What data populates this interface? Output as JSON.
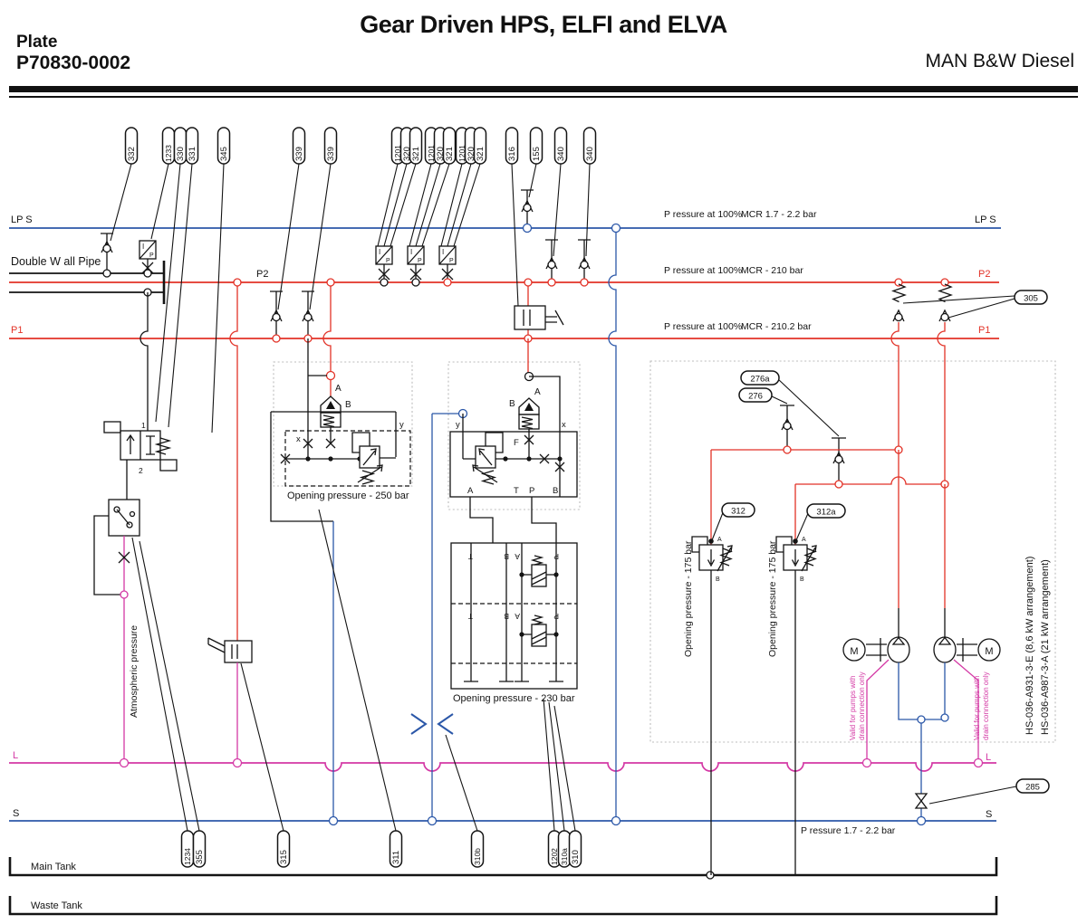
{
  "header": {
    "title": "Gear Driven HPS, ELFI and ELVA",
    "plate_label": "Plate",
    "plate_number": "P70830-0002",
    "brand": "MAN B&W Diesel"
  },
  "colors": {
    "black": "#141414",
    "red": "#e23227",
    "blue": "#2b57a8",
    "magenta": "#d439a5",
    "gray": "#bcbcbc"
  },
  "bus_labels": {
    "lps": "LP S",
    "p2": "P2",
    "p1": "P1",
    "l": "L",
    "s": "S",
    "double_wall_pipe": "Double W all Pipe",
    "main_tank": "Main Tank",
    "waste_tank": "Waste Tank"
  },
  "annotations": {
    "lps_pct": "P ressure at 100%",
    "lps_mcr": "MCR 1.7 - 2.2 bar",
    "p2_pct": "P ressure at 100%",
    "p2_mcr": "MCR - 210 bar",
    "p1_pct": "P ressure at 100%",
    "p1_mcr": "MCR - 210.2 bar",
    "s_pressure": "P ressure 1.7 - 2.2 bar",
    "atmospheric": "Atmospheric pressure",
    "opening_250": "Opening pressure - 250 bar",
    "opening_230": "Opening pressure - 230 bar",
    "opening_175": "Opening pressure - 175 bar",
    "valid_line1": "Valid for pumps with",
    "valid_line2": "drain connection only",
    "hs_code_1": "HS-036-A931-3-E (8,6 kW arrangement)",
    "hs_code_2": "HS-036-A987-3-A (21 kW arrangement)"
  },
  "tags_top": [
    "332",
    "1233",
    "330",
    "331",
    "345",
    "339",
    "339",
    "1201",
    "320",
    "321",
    "1201",
    "320",
    "321",
    "1201",
    "320",
    "321",
    "316",
    "155",
    "340",
    "340"
  ],
  "tags_right": [
    "305",
    "276a",
    "276",
    "312",
    "312a",
    "285"
  ],
  "tags_bottom": [
    "1234",
    "355",
    "315",
    "311",
    "310b",
    "1202",
    "310a",
    "310"
  ],
  "glyphs": {
    "A": "A",
    "B": "B",
    "x": "x",
    "y": "y",
    "F": "F",
    "P": "P",
    "T": "T",
    "I": "I",
    "M": "M",
    "n1": "1",
    "n2": "2"
  }
}
